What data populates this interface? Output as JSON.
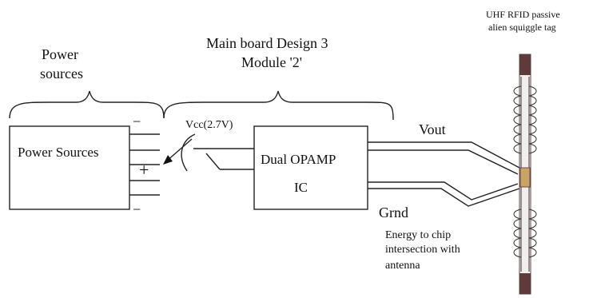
{
  "labels": {
    "power_sources_heading": [
      "Power",
      "sources"
    ],
    "main_board_heading": [
      "Main board Design 3",
      "Module '2'"
    ],
    "tag_heading": [
      "UHF RFID passive",
      "alien squiggle tag"
    ],
    "vcc": "Vcc(2.7V)",
    "vout": "Vout",
    "grnd": "Grnd",
    "energy_note": [
      "Energy to chip",
      "intersection with",
      "antenna"
    ]
  },
  "boxes": {
    "power_sources": "Power Sources",
    "opamp": [
      "Dual OPAMP",
      "IC"
    ]
  },
  "symbols": {
    "minus_top": "−",
    "plus": "+"
  }
}
